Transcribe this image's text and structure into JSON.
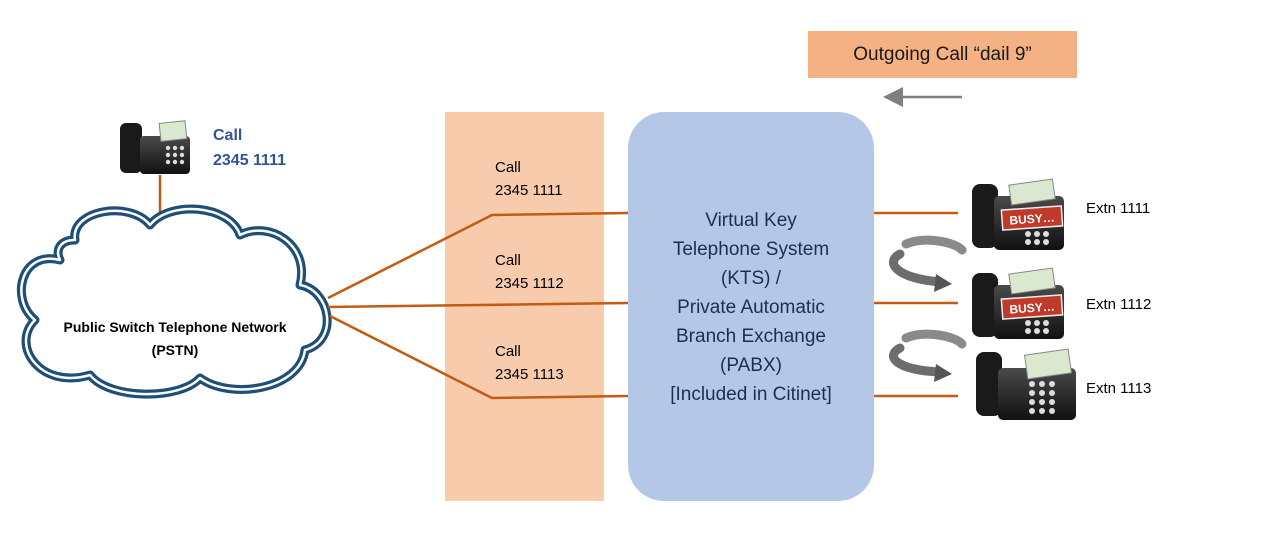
{
  "caller": {
    "line1": "Call",
    "line2": "2345 1111"
  },
  "pstn": {
    "line1": "Public Switch Telephone Network",
    "line2": "(PSTN)"
  },
  "trunk_calls": [
    {
      "line1": "Call",
      "line2": "2345 1111"
    },
    {
      "line1": "Call",
      "line2": "2345 1112"
    },
    {
      "line1": "Call",
      "line2": "2345 1113"
    }
  ],
  "pbx": {
    "lines": [
      "Virtual Key",
      "Telephone System",
      "(KTS) /",
      "Private Automatic",
      "Branch Exchange",
      "(PABX)",
      "[Included in Citinet]"
    ]
  },
  "outgoing": {
    "label": "Outgoing Call “dail 9”"
  },
  "extensions": [
    {
      "label": "Extn 1111",
      "display": "BUSY…",
      "busy": true
    },
    {
      "label": "Extn 1112",
      "display": "BUSY…",
      "busy": true
    },
    {
      "label": "Extn 1113",
      "busy": false
    }
  ],
  "colors": {
    "line": "#c55a11",
    "band": "#f8cbad",
    "pbx": "#b4c7e7",
    "outgoing": "#f4b183",
    "busy": "#c0392b",
    "caller_text": "#2f5597",
    "cloud_outline": "#1f4e79"
  }
}
